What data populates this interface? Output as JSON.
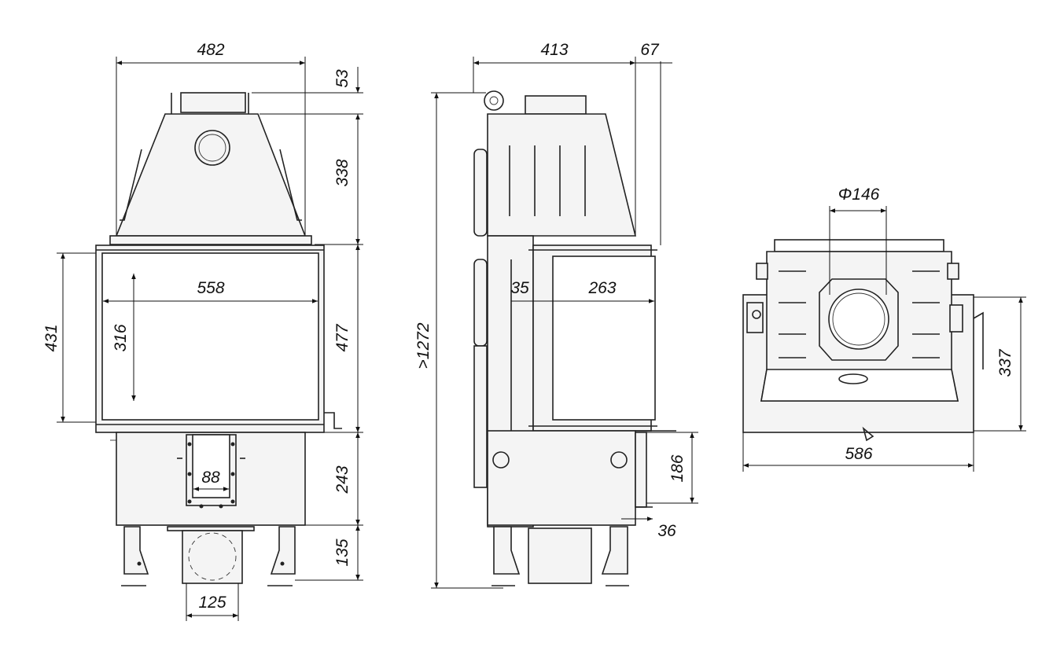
{
  "front_view": {
    "width_total": "482",
    "collar_height": "53",
    "hood_height": "338",
    "glass_width": "558",
    "glass_height": "316",
    "door_height": "431",
    "firebox_height": "477",
    "duct_width": "88",
    "base_height": "243",
    "leg_height": "135",
    "bottom_duct_width": "125"
  },
  "side_view": {
    "depth": "413",
    "offset": "67",
    "total_height": ">1272",
    "side_gap": "35",
    "side_glass_width": "263",
    "ash_height": "186",
    "ash_offset": "36"
  },
  "top_view": {
    "flue_diameter": "Φ146",
    "depth": "337",
    "width": "586"
  }
}
